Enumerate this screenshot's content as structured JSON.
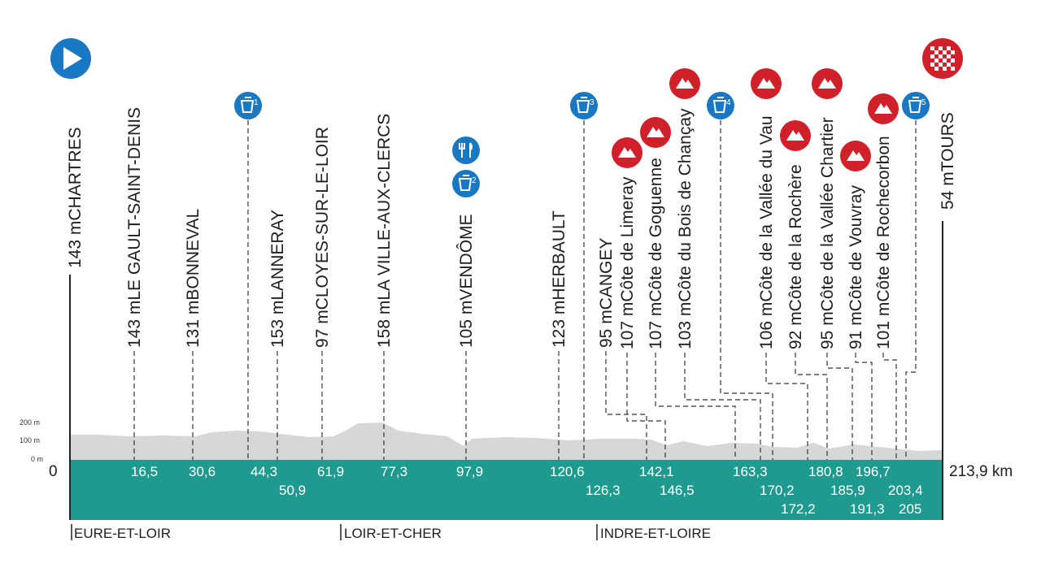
{
  "total_distance": "213,9 km",
  "zero_label": "0",
  "y_axis": [
    "200 m",
    "100 m",
    "0 m"
  ],
  "departments": [
    "EURE-ET-LOIR",
    "LOIR-ET-CHER",
    "INDRE-ET-LOIRE"
  ],
  "start": {
    "name": "CHARTRES",
    "altitude": "143 m",
    "km": "0"
  },
  "finish": {
    "name": "TOURS",
    "altitude": "54 m",
    "km": "213,9 km"
  },
  "waypoints": [
    {
      "km": "16,5",
      "name": "LE GAULT-SAINT-DENIS",
      "altitude": "143 m",
      "type": "town"
    },
    {
      "km": "30,6",
      "name": "BONNEVAL",
      "altitude": "131 m",
      "type": "town"
    },
    {
      "km": "44,3",
      "name": "",
      "altitude": "",
      "type": "sprint",
      "number": "1"
    },
    {
      "km": "50,9",
      "name": "LANNERAY",
      "altitude": "153 m",
      "type": "town"
    },
    {
      "km": "61,9",
      "name": "CLOYES-SUR-LE-LOIR",
      "altitude": "97 m",
      "type": "town"
    },
    {
      "km": "77,3",
      "name": "LA VILLE-AUX-CLERCS",
      "altitude": "158 m",
      "type": "town"
    },
    {
      "km": "97,9",
      "name": "VENDÔME",
      "altitude": "105 m",
      "type": "town",
      "extra": [
        "feed",
        "sprint-2"
      ]
    },
    {
      "km": "120,6",
      "name": "HERBAULT",
      "altitude": "123 m",
      "type": "town"
    },
    {
      "km": "126,3",
      "name": "",
      "altitude": "",
      "type": "sprint",
      "number": "3"
    },
    {
      "km": "142,1",
      "name": "CANGEY",
      "altitude": "95 m",
      "type": "town"
    },
    {
      "km": "146,5",
      "name": "Côte de Limeray",
      "altitude": "107 m",
      "type": "climb"
    },
    {
      "km": "",
      "name": "Côte de Goguenne",
      "altitude": "107 m",
      "type": "climb"
    },
    {
      "km": "",
      "name": "Côte du Bois de Chançay",
      "altitude": "103 m",
      "type": "climb"
    },
    {
      "km": "163,3",
      "name": "",
      "altitude": "",
      "type": "sprint",
      "number": "4"
    },
    {
      "km": "170,2",
      "name": "Côte de la Vallée du Vau",
      "altitude": "106 m",
      "type": "climb"
    },
    {
      "km": "172,2",
      "name": "Côte de la Rochère",
      "altitude": "92 m",
      "type": "climb"
    },
    {
      "km": "180,8",
      "name": "Côte de la Vallée Chartier",
      "altitude": "95 m",
      "type": "climb"
    },
    {
      "km": "185,9",
      "name": "Côte de Vouvray",
      "altitude": "91 m",
      "type": "climb"
    },
    {
      "km": "191,3",
      "name": "Côte de Rochecorbon",
      "altitude": "101 m",
      "type": "climb"
    },
    {
      "km": "196,7",
      "name": "",
      "altitude": "",
      "type": "sprint",
      "number": "5"
    },
    {
      "km": "203,4",
      "name": "",
      "altitude": "",
      "type": "marker"
    },
    {
      "km": "205",
      "name": "",
      "altitude": "",
      "type": "marker"
    }
  ],
  "colors": {
    "band": "#1e9a8e",
    "profile": "#d7d7d7",
    "sprint": "#1a78c2",
    "climb": "#d0202a",
    "start": "#1a78c2"
  },
  "icons": [
    "start-play-icon",
    "finish-checkered-icon",
    "sprint-icon",
    "climb-mountain-icon",
    "feed-zone-icon"
  ]
}
